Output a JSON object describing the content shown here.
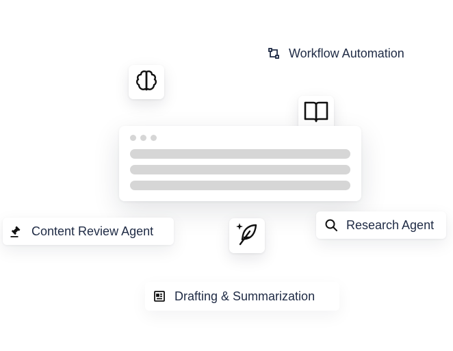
{
  "features": {
    "workflow_automation": {
      "label": "Workflow Automation",
      "icon": "workflow-icon"
    },
    "content_review_agent": {
      "label": "Content Review Agent",
      "icon": "gavel-icon"
    },
    "research_agent": {
      "label": "Research Agent",
      "icon": "search-icon"
    },
    "drafting_summarization": {
      "label": "Drafting & Summarization",
      "icon": "document-icon"
    }
  },
  "tiles": {
    "brain": {
      "icon": "brain-icon"
    },
    "book": {
      "icon": "book-open-icon"
    },
    "quill": {
      "icon": "quill-sparkle-icon"
    }
  },
  "colors": {
    "text": "#1e2a44",
    "placeholder_bar": "#d6d6d6",
    "background": "#ffffff"
  }
}
